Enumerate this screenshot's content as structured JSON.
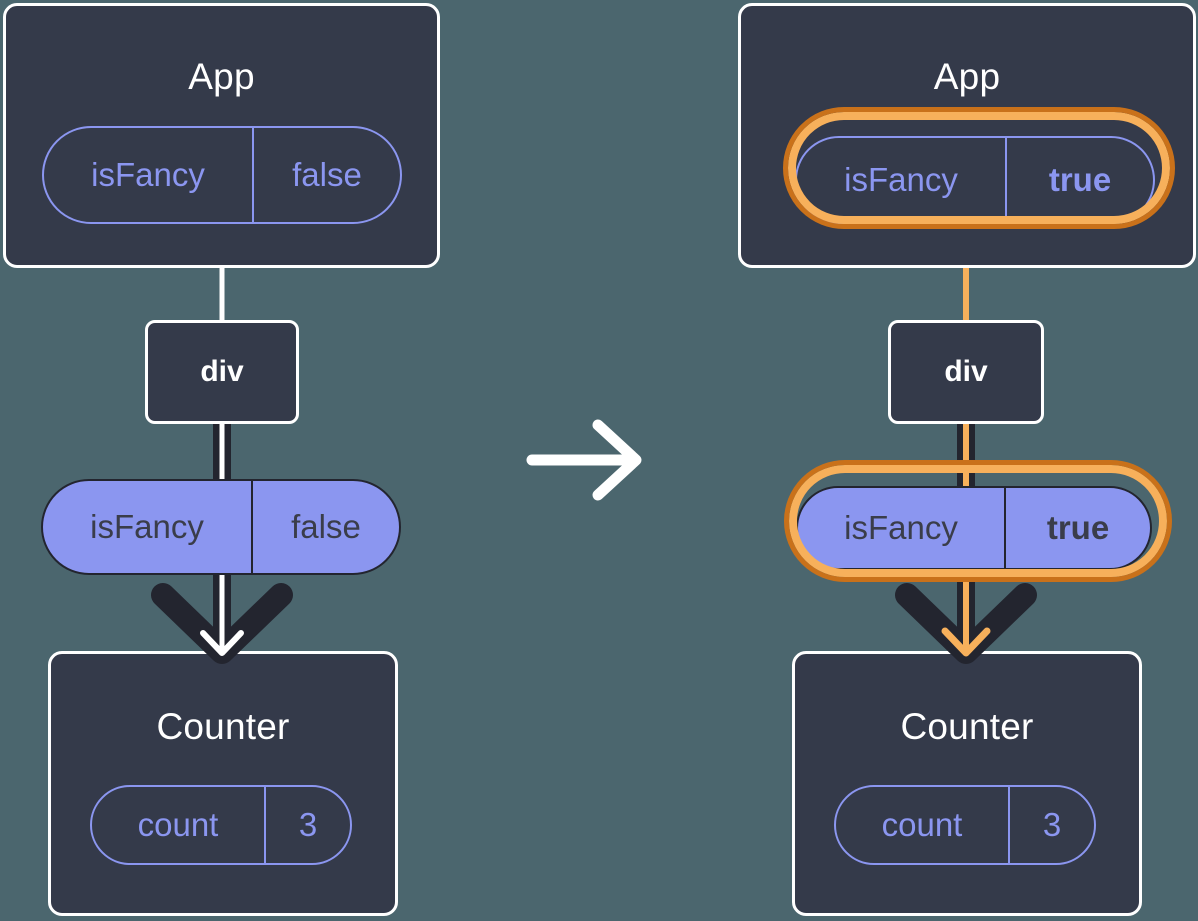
{
  "diagram": {
    "title": "React props propagation before and after state change",
    "background_color": "#4b666e",
    "transition_icon": "right-arrow-icon"
  },
  "colors": {
    "background": "#4b666e",
    "box_fill": "#343a4a",
    "box_border": "#ffffff",
    "state_text": "#8b96f0",
    "prop_fill": "#8b96f0",
    "prop_text": "#3a3d4a",
    "prop_border": "#23252f",
    "highlight_inner": "#f7b05b",
    "highlight_outer": "#c9711a",
    "wire_dark": "#23252f",
    "wire_light": "#ffffff",
    "wire_highlight": "#f7b05b",
    "sparkle": "#f7b05b"
  },
  "before": {
    "app": {
      "title": "App",
      "state_pill": {
        "key": "isFancy",
        "value": "false",
        "highlighted": false,
        "value_bold": false
      }
    },
    "tag": {
      "label": "div"
    },
    "prop_pill": {
      "key": "isFancy",
      "value": "false",
      "highlighted": false,
      "value_bold": false
    },
    "counter": {
      "title": "Counter",
      "state_pill": {
        "key": "count",
        "value": "3",
        "highlighted": false,
        "value_bold": false
      }
    }
  },
  "after": {
    "app": {
      "title": "App",
      "state_pill": {
        "key": "isFancy",
        "value": "true",
        "highlighted": true,
        "value_bold": true
      }
    },
    "tag": {
      "label": "div"
    },
    "prop_pill": {
      "key": "isFancy",
      "value": "true",
      "highlighted": true,
      "value_bold": true
    },
    "counter": {
      "title": "Counter",
      "state_pill": {
        "key": "count",
        "value": "3",
        "highlighted": false,
        "value_bold": false
      }
    }
  }
}
